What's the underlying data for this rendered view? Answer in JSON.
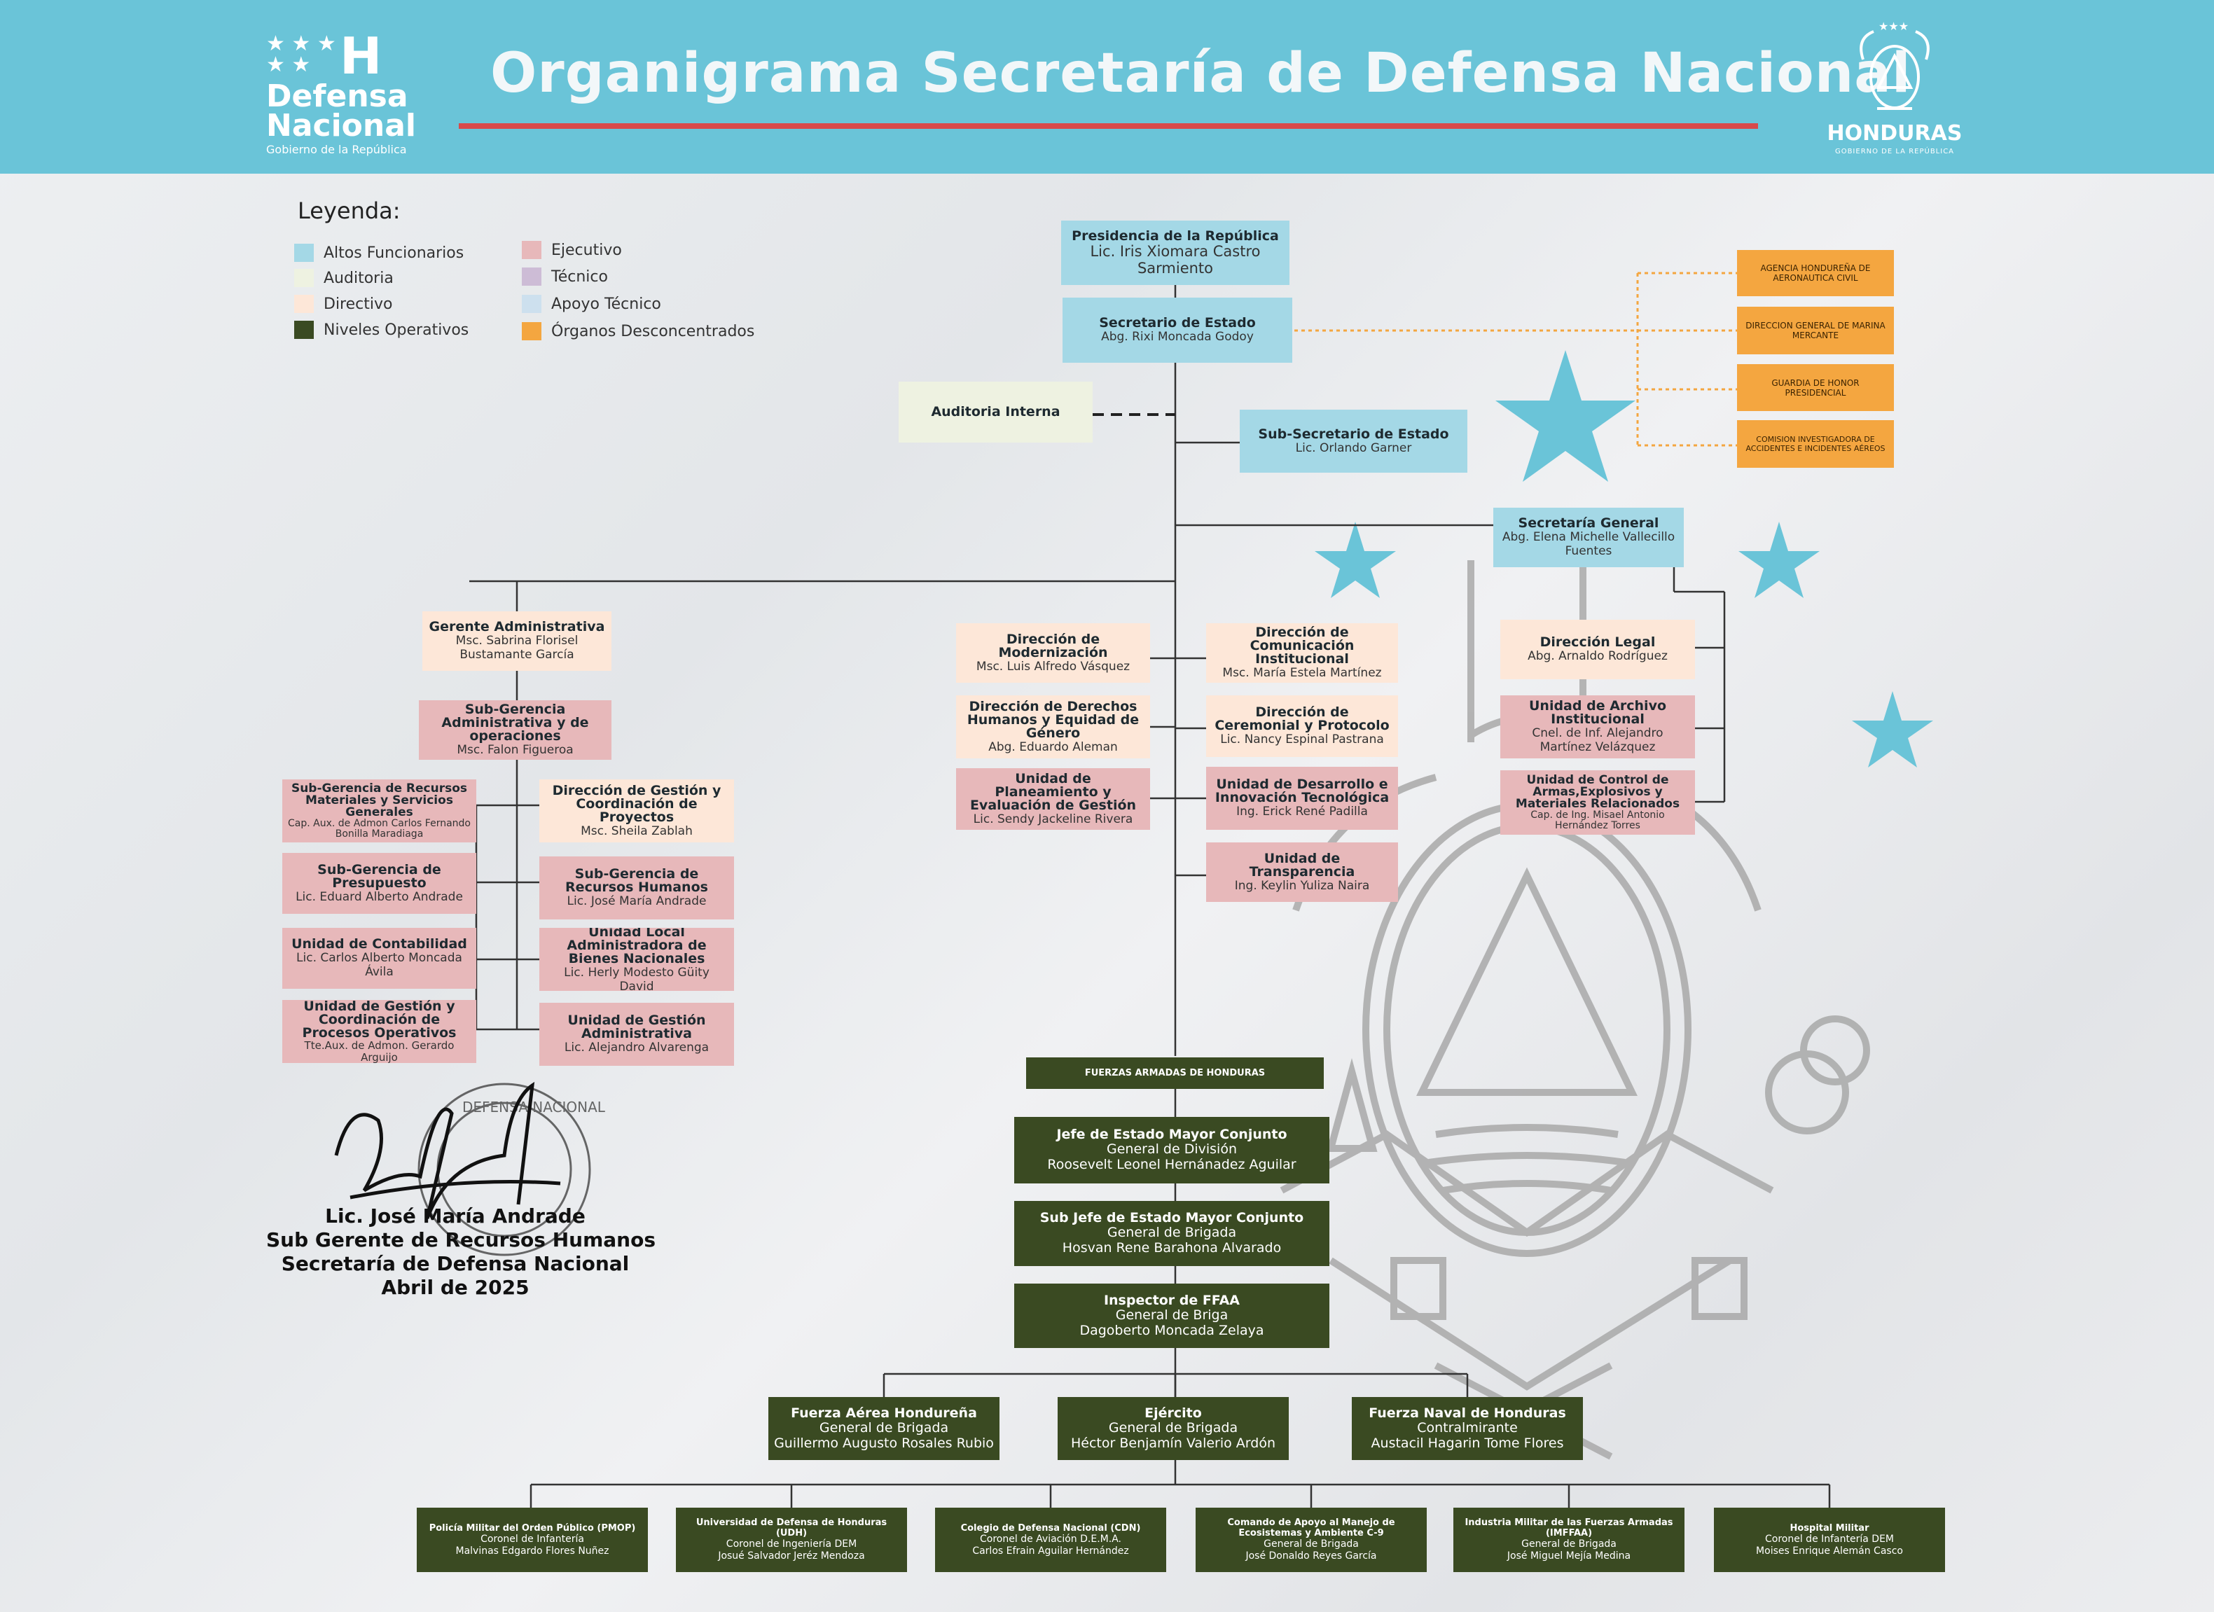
{
  "header": {
    "title": "Organigrama Secretaría de Defensa Nacional",
    "logo_left": {
      "line1": "Defensa",
      "line2": "Nacional",
      "line3": "Gobierno de la República"
    },
    "logo_right": {
      "name": "HONDURAS",
      "sub": "GOBIERNO DE LA REPÚBLICA"
    }
  },
  "colors": {
    "header": "#6ac4d8",
    "altos": "#a4d8e6",
    "auditoria": "#eef2e1",
    "directivo": "#fde7d8",
    "operativos": "#3a4a22",
    "ejecutivo": "#e7b8ba",
    "tecnico": "#cdbcd6",
    "apoyo": "#cde0ee",
    "desconcentrados": "#f4a640"
  },
  "legend": {
    "title": "Leyenda:",
    "items": [
      "Altos Funcionarios",
      "Auditoria",
      "Directivo",
      "Niveles Operativos",
      "Ejecutivo",
      "Técnico",
      "Apoyo Técnico",
      "Órganos Desconcentrados"
    ]
  },
  "boxes": {
    "presidencia": {
      "title": "Presidencia de la  República",
      "sub": "Lic. Iris Xiomara Castro Sarmiento"
    },
    "secretario": {
      "title": "Secretario de Estado",
      "sub": "Abg. Rixi Moncada Godoy"
    },
    "auditoria": {
      "title": "Auditoria Interna"
    },
    "subsecretario": {
      "title": "Sub-Secretario de Estado",
      "sub": "Lic. Orlando Garner"
    },
    "secgeneral": {
      "title": "Secretaría General",
      "sub": "Abg. Elena Michelle Vallecillo Fuentes"
    },
    "desconcentrados": [
      "AGENCIA HONDUREÑA DE AERONAUTICA CIVIL",
      "DIRECCION GENERAL DE MARINA MERCANTE",
      "GUARDIA DE HONOR PRESIDENCIAL",
      "COMISION INVESTIGADORA DE ACCIDENTES E INCIDENTES AÉREOS"
    ],
    "gerente": {
      "title": "Gerente Administrativa",
      "sub": "Msc. Sabrina Florisel Bustamante García"
    },
    "subgerencia_adm": {
      "title": "Sub-Gerencia Administrativa y de operaciones",
      "sub": "Msc. Falon Figueroa"
    },
    "rec_materiales": {
      "title": "Sub-Gerencia de Recursos Materiales y Servicios Generales",
      "sub": "Cap. Aux. de Admon Carlos Fernando Bonilla Maradiaga"
    },
    "presupuesto": {
      "title": "Sub-Gerencia de Presupuesto",
      "sub": "Lic. Eduard Alberto Andrade"
    },
    "contabilidad": {
      "title": "Unidad de Contabilidad",
      "sub": "Lic. Carlos Alberto Moncada Ávila"
    },
    "procesos_op": {
      "title": "Unidad de Gestión y Coordinación  de Procesos Operativos",
      "sub": "Tte.Aux. de Admon. Gerardo Arguijo"
    },
    "gestion_proyectos": {
      "title": "Dirección de Gestión y Coordinación de Proyectos",
      "sub": "Msc. Sheila Zablah"
    },
    "rec_humanos": {
      "title": "Sub-Gerencia de Recursos Humanos",
      "sub": "Lic. José María Andrade"
    },
    "bienes": {
      "title": "Unidad Local Administradora de Bienes Nacionales",
      "sub": "Lic. Herly Modesto Güity David"
    },
    "gestion_adm": {
      "title": "Unidad de Gestión Administrativa",
      "sub": "Lic. Alejandro Alvarenga"
    },
    "modernizacion": {
      "title": "Dirección de Modernización",
      "sub": "Msc. Luis Alfredo Vásquez"
    },
    "ddhh": {
      "title": "Dirección de Derechos Humanos y Equidad de Género",
      "sub": "Abg. Eduardo Aleman"
    },
    "planeamiento": {
      "title": "Unidad de Planeamiento y Evaluación de Gestión",
      "sub": "Lic. Sendy Jackeline Rivera"
    },
    "comunicacion": {
      "title": "Dirección de Comunicación Institucional",
      "sub": "Msc. María Estela Martínez"
    },
    "ceremonial": {
      "title": "Dirección de Ceremonial y Protocolo",
      "sub": "Lic. Nancy Espinal Pastrana"
    },
    "innovacion": {
      "title": "Unidad de Desarrollo e Innovación Tecnológica",
      "sub": "Ing. Erick René Padilla"
    },
    "transparencia": {
      "title": "Unidad de Transparencia",
      "sub": "Ing. Keylin Yuliza Naira"
    },
    "legal": {
      "title": "Dirección Legal",
      "sub": "Abg. Arnaldo Rodríguez"
    },
    "archivo": {
      "title": "Unidad de Archivo Institucional",
      "sub": "Cnel. de Inf. Alejandro Martínez Velázquez"
    },
    "armas": {
      "title": "Unidad de Control de Armas,Explosivos y Materiales Relacionados",
      "sub": "Cap. de Ing. Misael Antonio Hernández Torres"
    },
    "ffaa": {
      "title": "FUERZAS ARMADAS DE HONDURAS"
    },
    "jefe_emc": {
      "title": "Jefe de Estado Mayor Conjunto",
      "sub": "General de División",
      "sub2": "Roosevelt Leonel Hernánadez Aguilar"
    },
    "subjefe_emc": {
      "title": "Sub Jefe de Estado Mayor Conjunto",
      "sub": "General de Brigada",
      "sub2": "Hosvan Rene  Barahona Alvarado"
    },
    "inspector": {
      "title": "Inspector de FFAA",
      "sub": "General de Briga",
      "sub2": "Dagoberto Moncada Zelaya"
    },
    "fuerza_aerea": {
      "title": "Fuerza Aérea Hondureña",
      "sub": "General de Brigada",
      "sub2": "Guillermo Augusto Rosales Rubio"
    },
    "ejercito": {
      "title": "Ejército",
      "sub": "General de Brigada",
      "sub2": "Héctor Benjamín Valerio Ardón"
    },
    "fuerza_naval": {
      "title": "Fuerza Naval de Honduras",
      "sub": "Contralmirante",
      "sub2": "Austacil Hagarin Tome Flores"
    },
    "pmop": {
      "title": "Policía Militar del Orden Público (PMOP)",
      "sub": "Coronel de Infantería",
      "sub2": "Malvinas Edgardo Flores Nuñez"
    },
    "udh": {
      "title": "Universidad de Defensa de Honduras (UDH)",
      "sub": "Coronel de Ingeniería DEM",
      "sub2": "Josué Salvador Jeréz Mendoza"
    },
    "cdn": {
      "title": "Colegio de Defensa Nacional (CDN)",
      "sub": "Coronel de Aviación D.E.M.A.",
      "sub2": "Carlos Efrain  Aguilar  Hernández"
    },
    "ecosistemas": {
      "title": "Comando de Apoyo al Manejo de Ecosistemas y Ambiente C-9",
      "sub": "General de Brigada",
      "sub2": "José Donaldo Reyes García"
    },
    "imffaa": {
      "title": "Industria Militar de las Fuerzas Armadas (IMFFAA)",
      "sub": "General de Brigada",
      "sub2": "José Miguel Mejía Medina"
    },
    "hospital": {
      "title": "Hospital Militar",
      "sub": "Coronel de Infantería DEM",
      "sub2": "Moises Enrique Alemán Casco"
    }
  },
  "signature": {
    "name": "Lic. José María Andrade",
    "role": "Sub Gerente de Recursos Humanos",
    "org": "Secretaría de Defensa Nacional",
    "date": "Abril de 2025"
  }
}
